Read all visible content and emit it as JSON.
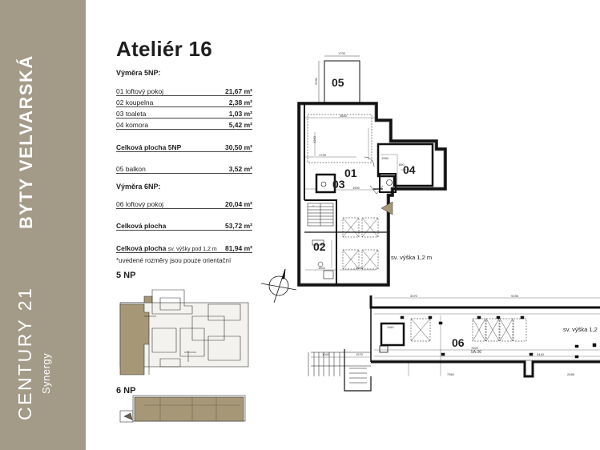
{
  "brand": {
    "project": "BYTY VELVARSKÁ",
    "company": "CENTURY 21",
    "sub": "Synergy"
  },
  "title": "Ateliér 16",
  "sections": {
    "floor5": "Výměra 5NP:",
    "floor6": "Výměra 6NP:"
  },
  "rooms5": [
    {
      "name": "01 loftový pokoj",
      "area": "21,67 m²"
    },
    {
      "name": "02 koupelna",
      "area": "2,38 m²"
    },
    {
      "name": "03 toaleta",
      "area": "1,03 m²"
    },
    {
      "name": "04 komora",
      "area": "5,42 m²"
    }
  ],
  "total5": {
    "name": "Celková plocha 5NP",
    "area": "30,50 m²"
  },
  "balcony": {
    "name": "05 balkon",
    "area": "3,52 m²"
  },
  "rooms6": [
    {
      "name": "06 loftový pokoj",
      "area": "20,04 m²"
    }
  ],
  "total": {
    "name": "Celková plocha",
    "area": "53,72 m²"
  },
  "total_height": {
    "name": "Celková plocha",
    "qualifier": "sv. výšky pod 1,2 m",
    "area": "81,94 m²"
  },
  "note": "*uvedené rozměry jsou pouze orientační",
  "plans": {
    "np5": "5 NP",
    "np6": "6 NP"
  },
  "plan_labels": {
    "r01": "01",
    "r02": "02",
    "r03": "03",
    "r04": "04",
    "r05": "05",
    "r06": "06",
    "height1": "sv. výška 1,2 m",
    "height2": "sv. výška 1,2",
    "room_code": "5A.06"
  },
  "dimensions": {
    "d1700": "1700",
    "d2030": "2030",
    "d3840": "3840",
    "d1730": "1730",
    "d3260": "3260",
    "d1950": "1950",
    "d890": "890",
    "d1590": "1590",
    "d1500": "1500",
    "d2030b": "2030",
    "d3370": "3370",
    "d9155": "9155",
    "d1160": "1160",
    "d7620": "7620",
    "d3440": "3440",
    "d7360": "7360",
    "d2485": "2485",
    "d1040": "1040",
    "d1570": "1570"
  }
}
